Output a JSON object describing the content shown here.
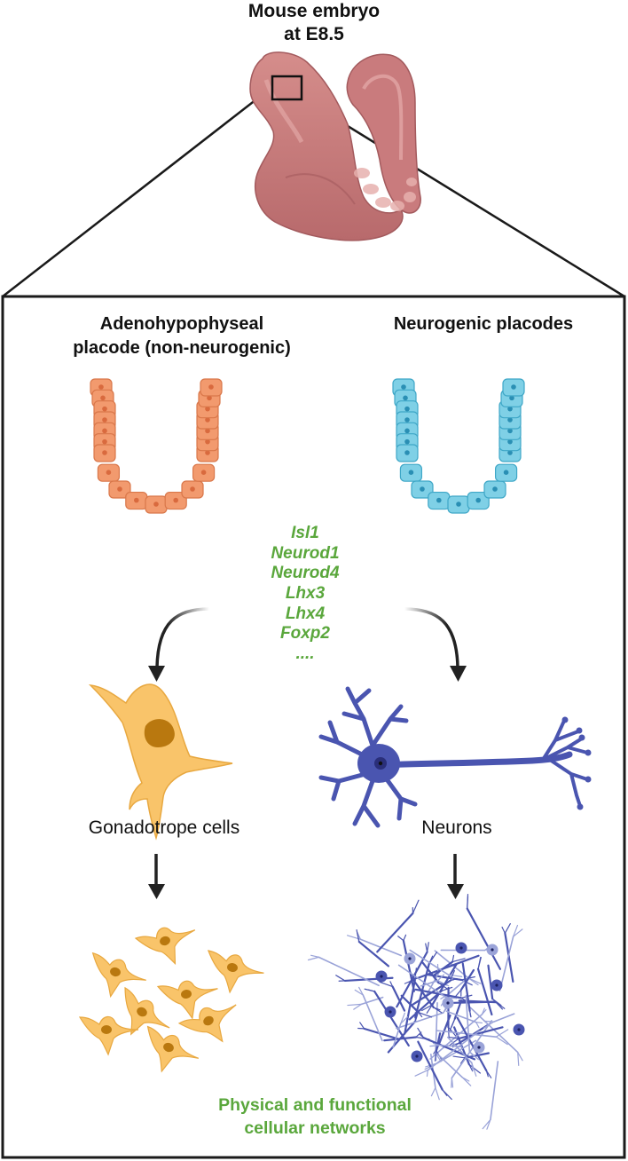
{
  "title": {
    "line1": "Mouse embryo",
    "line2": "at E8.5"
  },
  "left_column": {
    "heading_line1": "Adenohypophyseal",
    "heading_line2": "placode (non-neurogenic)",
    "cell_label": "Gonadotrope cells",
    "placode_color": "#f29a6e",
    "cell_color": "#f9c46a"
  },
  "right_column": {
    "heading": "Neurogenic placodes",
    "cell_label": "Neurons",
    "placode_color": "#7fd0e6",
    "cell_color": "#4a55b0"
  },
  "genes": [
    "Isl1",
    "Neurod1",
    "Neurod4",
    "Lhx3",
    "Lhx4",
    "Foxp2",
    "...."
  ],
  "footer": {
    "line1": "Physical and functional",
    "line2": "cellular networks"
  },
  "colors": {
    "accent_green": "#5aa73c",
    "embryo": "#c9787a",
    "frame": "#1a1a1a"
  }
}
